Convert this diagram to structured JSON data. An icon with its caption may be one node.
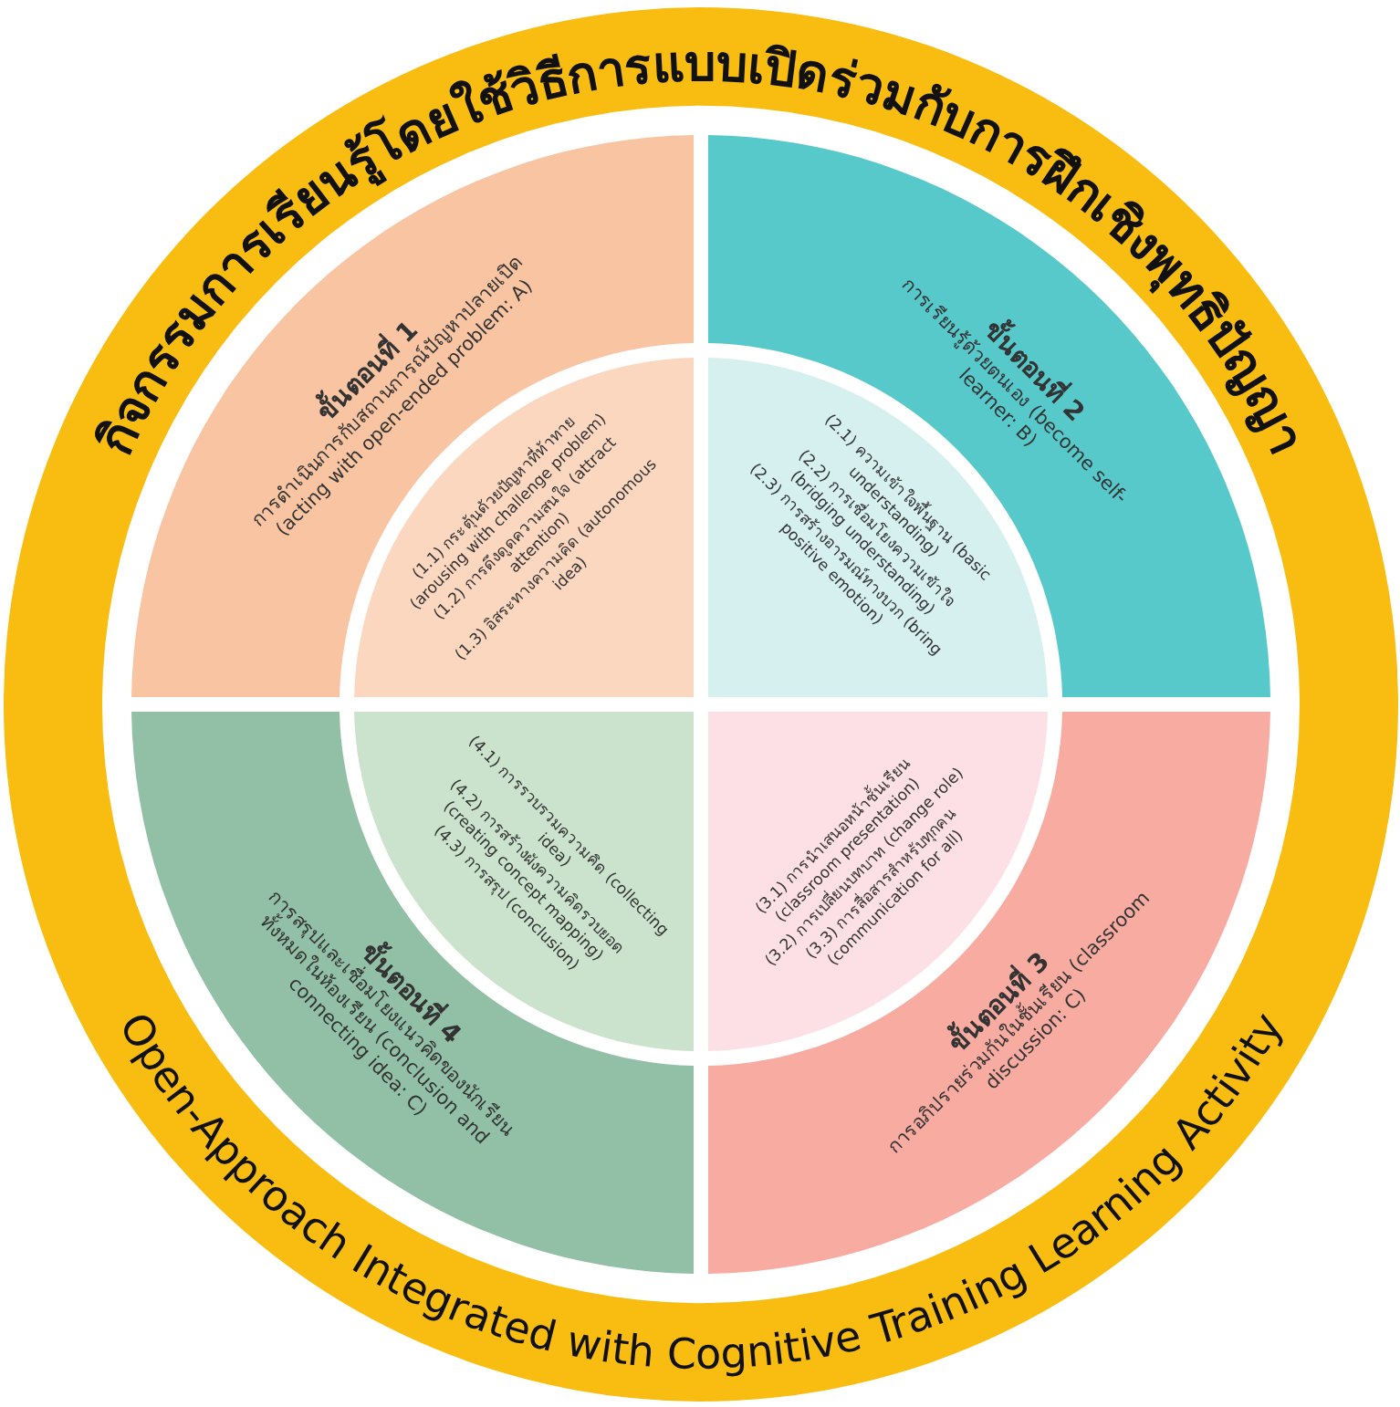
{
  "diagram": {
    "nodes": [
      {
        "text": [
          "กิจกรรมการเรียนรู้โดยใช้วิธีการแบบเปิดร่วมกับการฝึกเชิงพุทธิปัญญา",
          "Open-Approach Integrated with Cognitive Training Learning Activity"
        ]
      },
      {
        "text": [
          "ขั้นตอนที่ 1",
          "การดำเนินการกับสถานการณ์ปัญหาปลายเปิด (acting with open-ended problem: A)"
        ],
        "in": 0
      },
      {
        "text": [
          "(1.1) กระตุ้นด้วยปัญหาที่ท้าทาย (arousing with challenge problem)",
          "(1.2) การดึงดูดความสนใจ (attract attention)",
          "(1.3) อิสระทางความคิด (autonomous idea)"
        ],
        "in": 0
      },
      {
        "text": [
          "ขั้นตอนที่ 2",
          "การเรียนรู้ด้วยตนเอง (become self-learner: B)"
        ],
        "in": 0
      },
      {
        "text": [
          "(2.1) ความเข้าใจพื้นฐาน (basic understanding)",
          "(2.2) การเชื่อมโยงความเข้าใจ (bridging understanding)",
          "(2.3) การสร้างอารมณ์ทางบวก (bring positive emotion)"
        ],
        "in": 0
      },
      {
        "text": [
          "ขั้นตอนที่ 3",
          "การอภิปรายร่วมกันในชั้นเรียน (classroom discussion: C)"
        ],
        "in": 0
      },
      {
        "text": [
          "(3.1) การนำเสนอหน้าชั้นเรียน (classroom presentation)",
          "(3.2) การเปลี่ยนบทบาท (change role)",
          "(3.3) การสื่อสารสำหรับทุกคน (communication for all)"
        ],
        "in": 0
      },
      {
        "text": [
          "ขั้นตอนที่ 4",
          "การสรุปและเชื่อมโยงแนวคิดของนักเรียนทั้งหมดในห้องเรียน (conclusion and connecting idea: C)"
        ],
        "in": 0
      },
      {
        "text": [
          "(4.1) การรวบรวมความคิด (collecting idea)",
          "(4.2) การสร้างผังความคิดรวบยอด (creating concept mapping)",
          "(4.3) การสรุป (conclusion)"
        ],
        "in": 0
      }
    ]
  }
}
